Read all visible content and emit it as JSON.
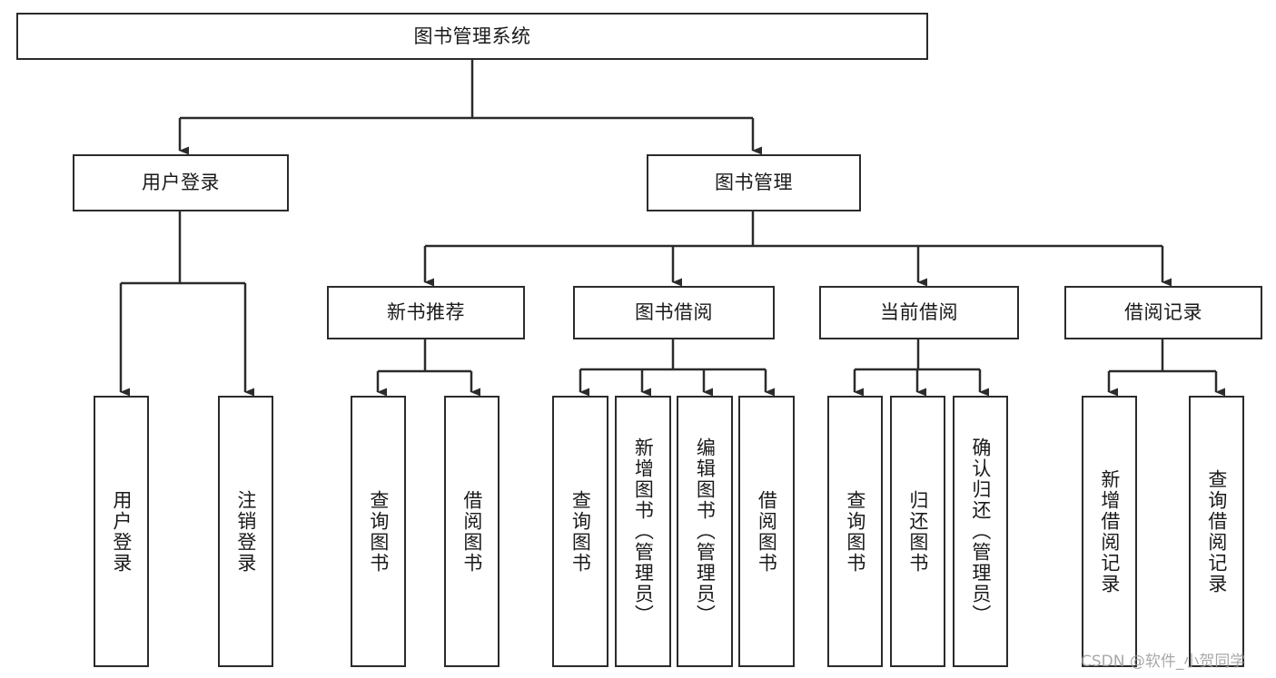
{
  "diagram": {
    "type": "tree",
    "orientation": "top-down",
    "title": "图书管理系统",
    "stroke_color": "#2b2b2b",
    "fill_color": "#ffffff",
    "text_color": "#1a1a1a",
    "root": {
      "label": "图书管理系统"
    },
    "level2": [
      {
        "label": "用户登录"
      },
      {
        "label": "图书管理"
      }
    ],
    "level3": [
      {
        "label": "新书推荐"
      },
      {
        "label": "图书借阅"
      },
      {
        "label": "当前借阅"
      },
      {
        "label": "借阅记录"
      }
    ],
    "leaves": {
      "user_login": [
        {
          "label": "用户登录"
        },
        {
          "label": "注销登录"
        }
      ],
      "new_book_recommend": [
        {
          "label": "查询图书"
        },
        {
          "label": "借阅图书"
        }
      ],
      "book_borrow": [
        {
          "label": "查询图书"
        },
        {
          "label": "新增图书（管理员）"
        },
        {
          "label": "编辑图书（管理员）"
        },
        {
          "label": "借阅图书"
        }
      ],
      "current_borrow": [
        {
          "label": "查询图书"
        },
        {
          "label": "归还图书"
        },
        {
          "label": "确认归还（管理员）"
        }
      ],
      "borrow_record": [
        {
          "label": "新增借阅记录"
        },
        {
          "label": "查询借阅记录"
        }
      ]
    }
  },
  "watermark": {
    "text": "CSDN @软件_小贺同学"
  }
}
